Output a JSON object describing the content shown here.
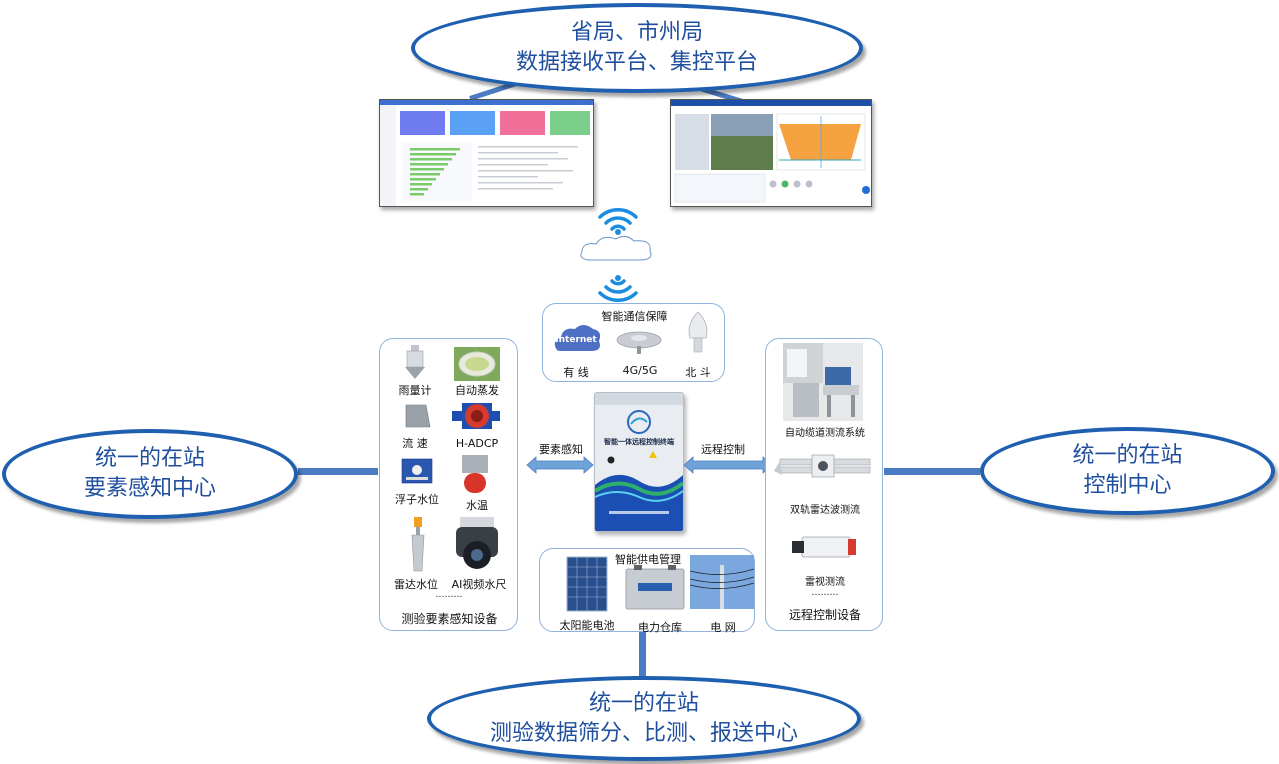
{
  "top_center": {
    "line1": "省局、市州局",
    "line2": "数据接收平台、集控平台"
  },
  "left_center": {
    "line1": "统一的在站",
    "line2": "要素感知中心"
  },
  "right_center": {
    "line1": "统一的在站",
    "line2": "控制中心"
  },
  "bottom_center": {
    "line1": "统一的在站",
    "line2": "测验数据筛分、比测、报送中心"
  },
  "comm_panel": {
    "title": "智能通信保障",
    "internet_badge": "Internet",
    "items": [
      "有 线",
      "4G/5G",
      "北 斗"
    ]
  },
  "power_panel": {
    "title": "智能供电管理",
    "items": [
      "太阳能电池",
      "电力仓库",
      "电 网"
    ]
  },
  "left_panel": {
    "devices": [
      "雨量计",
      "自动蒸发",
      "流 速",
      "H-ADCP",
      "浮子水位",
      "水温",
      "雷达水位",
      "AI视频水尺"
    ],
    "ellipsis": "………",
    "footer": "测验要素感知设备"
  },
  "right_panel": {
    "devices": [
      "自动缆道测流系统",
      "双轨雷达波测流",
      "雷视测流"
    ],
    "ellipsis": "………",
    "footer": "远程控制设备"
  },
  "arrows": {
    "left": "要素感知",
    "right": "远程控制"
  },
  "terminal": {
    "title": "智能一体远程控制终端"
  },
  "colors": {
    "accent": "#1f5fb0",
    "connector": "#4a7cc4",
    "panel_border": "#8fb3dd"
  }
}
